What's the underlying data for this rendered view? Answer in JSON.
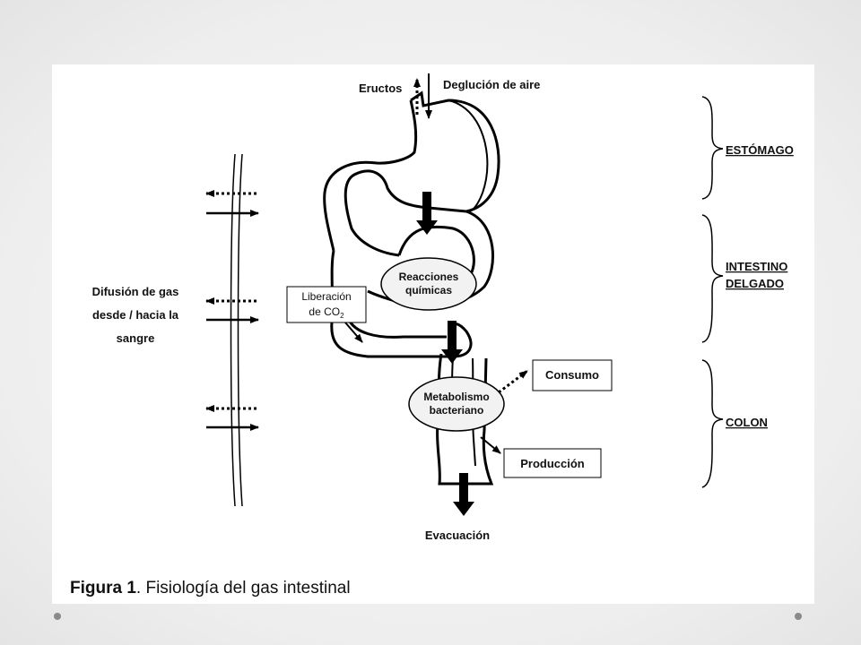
{
  "diagram": {
    "inputs": {
      "eructos": "Eructos",
      "deglucion": "Deglución de aire"
    },
    "organs": {
      "estomago": "ESTÓMAGO",
      "intestino_line1": "INTESTINO",
      "intestino_line2": "DELGADO",
      "colon": "COLON"
    },
    "difusion": {
      "line1": "Difusión de gas",
      "line2": "desde / hacia la",
      "line3": "sangre"
    },
    "processes": {
      "reacciones_line1": "Reacciones",
      "reacciones_line2": "químicas",
      "liberacion_line1": "Liberación",
      "liberacion_line2_prefix": "de CO",
      "liberacion_line2_sub": "2",
      "metabolismo_line1": "Metabolismo",
      "metabolismo_line2": "bacteriano"
    },
    "outputs": {
      "consumo": "Consumo",
      "produccion": "Producción",
      "evacuacion": "Evacuación"
    }
  },
  "caption": {
    "prefix": "Figura 1",
    "text": ". Fisiología del gas intestinal"
  }
}
